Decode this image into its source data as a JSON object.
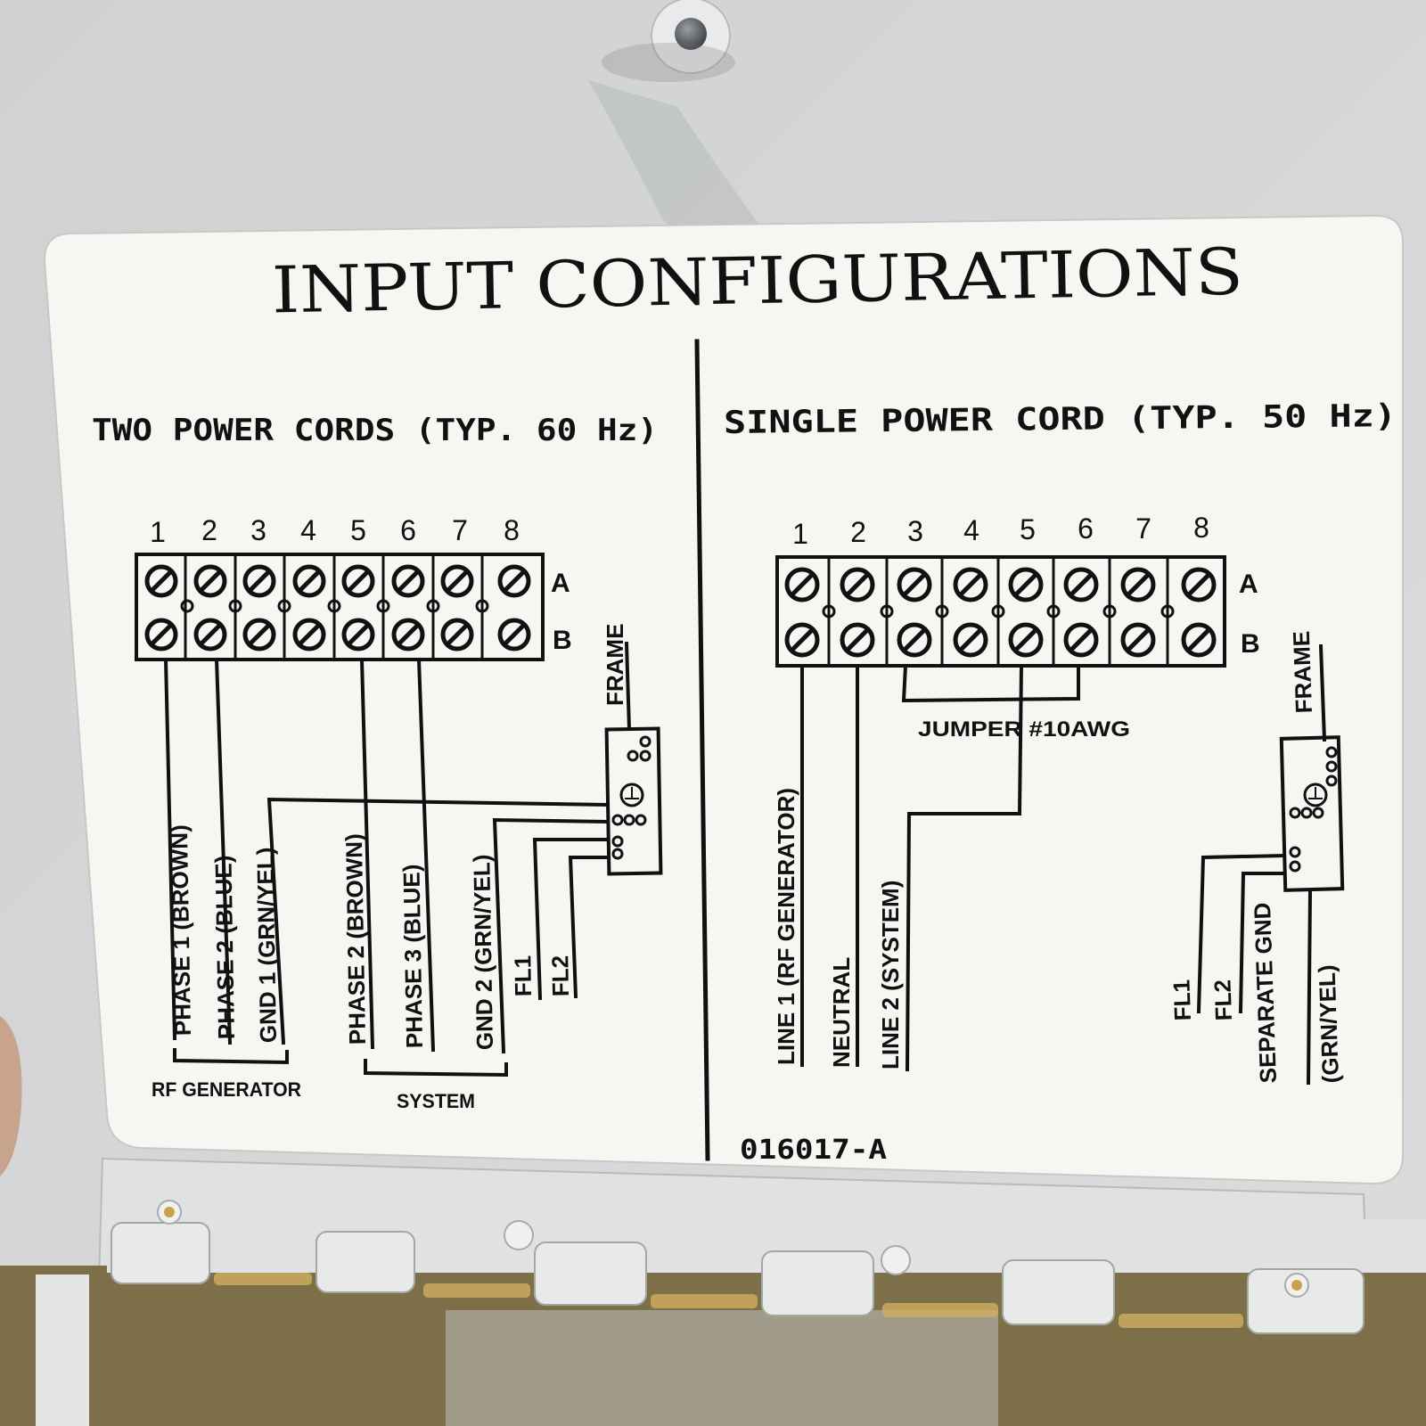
{
  "label": {
    "title": "INPUT CONFIGURATIONS",
    "part_number": "016017-A",
    "colors": {
      "panel": "#d4d6d8",
      "label": "#f5f5f2",
      "ink": "#111111",
      "hinge": "#dfe1e2",
      "cavity": "#8a7a52"
    }
  },
  "left": {
    "heading": "TWO POWER CORDS (TYP. 60 Hz)",
    "terminals": [
      "1",
      "2",
      "3",
      "4",
      "5",
      "6",
      "7",
      "8"
    ],
    "row_a": "A",
    "row_b": "B",
    "frame": "FRAME",
    "wires": [
      "PHASE 1 (BROWN)",
      "PHASE 2 (BLUE)",
      "GND 1 (GRN/YEL)",
      "PHASE 2 (BROWN)",
      "PHASE 3 (BLUE)",
      "GND 2 (GRN/YEL)",
      "FL1",
      "FL2"
    ],
    "group_rf": "RF GENERATOR",
    "group_system": "SYSTEM"
  },
  "right": {
    "heading": "SINGLE POWER CORD (TYP. 50 Hz)",
    "terminals": [
      "1",
      "2",
      "3",
      "4",
      "5",
      "6",
      "7",
      "8"
    ],
    "row_a": "A",
    "row_b": "B",
    "frame": "FRAME",
    "jumper": "JUMPER #10AWG",
    "wires": [
      "LINE 1 (RF GENERATOR)",
      "NEUTRAL",
      "LINE 2 (SYSTEM)",
      "FL1",
      "FL2",
      "SEPARATE GND",
      "(GRN/YEL)"
    ]
  }
}
